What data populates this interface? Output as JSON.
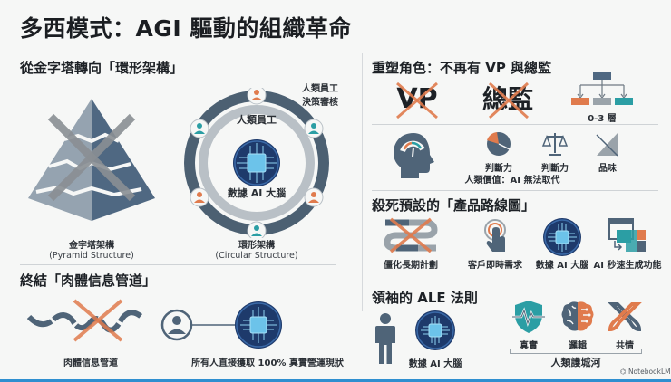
{
  "title": "多西模式：AGI 驅動的組織革命",
  "colors": {
    "slate": "#4f6478",
    "orange": "#e07b4d",
    "teal": "#2b9ea4",
    "gray": "#9aa3aa",
    "navy": "#1e3a6b",
    "accent_bar": "#2f8fd0"
  },
  "sections": {
    "structure": {
      "title": "從金字塔轉向「環形架構」",
      "pyramid": {
        "label": "金字塔架構",
        "sublabel": "(Pyramid Structure)",
        "icon": "crossed-pyramid-icon"
      },
      "circular": {
        "label": "環形架構",
        "sublabel": "(Circular Structure)",
        "ring_label": "人類員工",
        "core_label": "數據 AI 大腦",
        "corner_note": [
          "人類員工",
          "決策審核"
        ],
        "person_count": 6
      }
    },
    "pipeline": {
      "title": "終結「肉體信息管道」",
      "old": {
        "label": "肉體信息管道",
        "icon": "crossed-wave-pipe-icon"
      },
      "new": {
        "label": "所有人直接獲取 100% 真實營運現狀",
        "icon": "person-linked-to-ai-icon"
      }
    },
    "roles": {
      "title": "重塑角色：不再有 VP 與總監",
      "crossed": [
        "VP",
        "總監"
      ],
      "hierarchy_label": "0-3 層",
      "values": [
        {
          "label": "判斷力",
          "icon": "pie-chart-icon"
        },
        {
          "label": "判斷力",
          "icon": "balance-scale-icon"
        },
        {
          "label": "品味",
          "icon": "design-triangle-icon"
        }
      ],
      "values_caption": "人類價值：AI 無法取代"
    },
    "roadmap": {
      "title": "殺死預設的「產品路線圖」",
      "items": [
        {
          "label": "僵化長期計劃",
          "icon": "crossed-roadmap-icon"
        },
        {
          "label": "客戶即時需求",
          "icon": "tap-finger-icon"
        },
        {
          "label": "數據 AI 大腦",
          "icon": "ai-chip-icon"
        },
        {
          "label": "AI 秒速生成功能",
          "icon": "generated-ui-icon"
        }
      ]
    },
    "ale": {
      "title": "領袖的 ALE 法則",
      "ai_label": "數據 AI 大腦",
      "moat_items": [
        {
          "label": "真實",
          "icon": "shield-pulse-icon"
        },
        {
          "label": "邏輯",
          "icon": "brain-icon"
        },
        {
          "label": "共情",
          "icon": "interlocked-loops-icon"
        }
      ],
      "moat_caption": "人類護城河"
    }
  },
  "watermark": "NotebookLM"
}
